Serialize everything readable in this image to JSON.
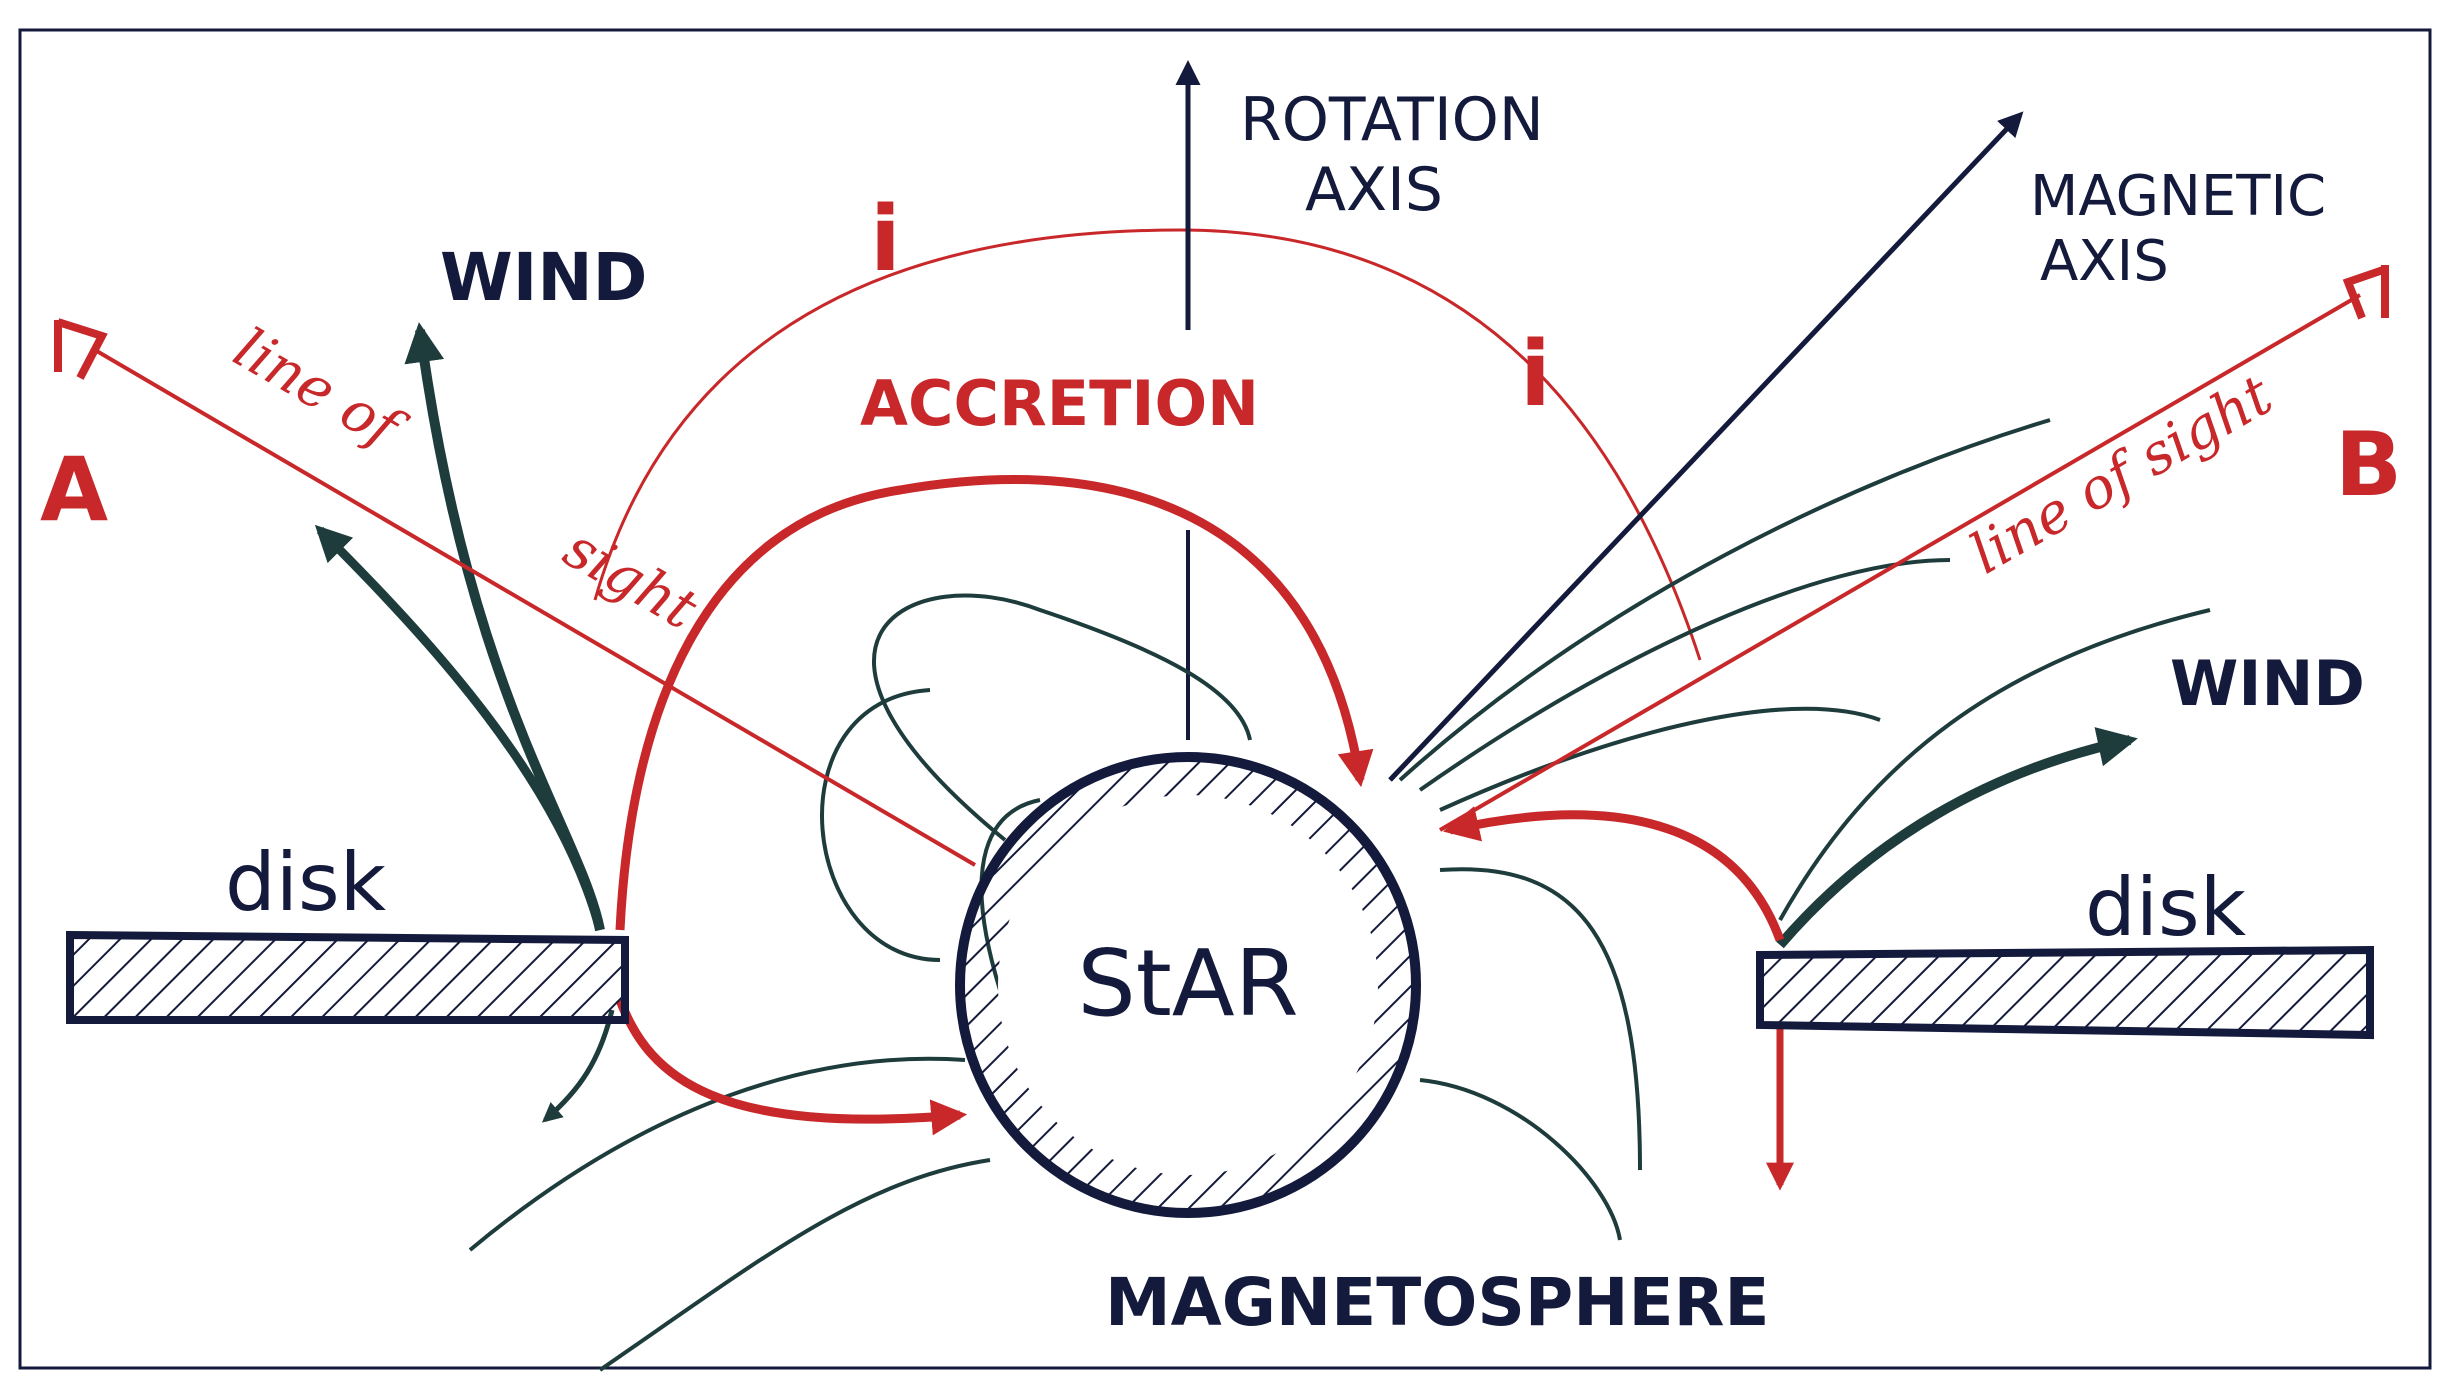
{
  "labels": {
    "rotation_axis_1": "ROTATION",
    "rotation_axis_2": "AXIS",
    "magnetic_axis_1": "MAGNETIC",
    "magnetic_axis_2": "AXIS",
    "wind_left": "WIND",
    "wind_right": "WIND",
    "accretion": "ACCRETION",
    "inclination_left": "i",
    "inclination_right": "i",
    "observer_a": "A",
    "observer_b": "B",
    "line_of_sight_a_1": "line of",
    "line_of_sight_a_2": "sight",
    "line_of_sight_b": "line of sight",
    "disk_left": "disk",
    "disk_right": "disk",
    "star": "StAR",
    "magnetosphere": "MAGNETOSPHERE"
  },
  "colors": {
    "ink_dark": "#141a3c",
    "ink_red": "#c8282a",
    "ink_teal": "#1e3c3c",
    "background": "#ffffff"
  }
}
